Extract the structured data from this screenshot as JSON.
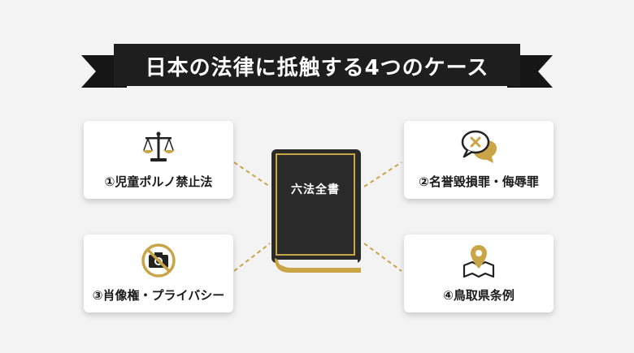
{
  "banner": {
    "title": "日本の法律に抵触する4つのケース"
  },
  "center": {
    "book_title": "六法全書"
  },
  "cases": [
    {
      "label": "①児童ポルノ禁止法",
      "icon": "scales-icon"
    },
    {
      "label": "②名誉毀損罪・侮辱罪",
      "icon": "speech-bubble-x-icon"
    },
    {
      "label": "③肖像権・プライバシー",
      "icon": "no-camera-icon"
    },
    {
      "label": "④鳥取県条例",
      "icon": "map-pin-icon"
    }
  ],
  "colors": {
    "gold": "#c9a548",
    "dark": "#222222",
    "banner": "#1a1a1a"
  }
}
